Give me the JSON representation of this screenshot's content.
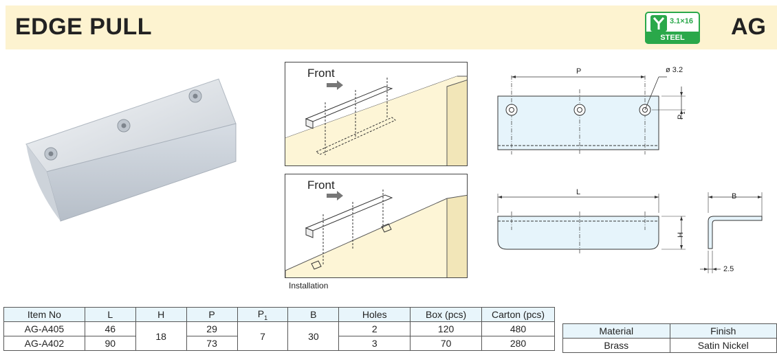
{
  "header": {
    "title": "EDGE PULL",
    "code": "AG",
    "badge_spec": "3.1×16",
    "badge_material": "STEEL"
  },
  "installation": {
    "front_label": "Front",
    "caption": "Installation"
  },
  "drawing": {
    "P": "P",
    "P1": "P",
    "P1_sub": "1",
    "diameter": "ø 3.2",
    "L": "L",
    "H": "H",
    "B": "B",
    "thickness": "2.5"
  },
  "spec_table": {
    "headers": [
      "Item No",
      "L",
      "H",
      "P",
      "P",
      "B",
      "Holes",
      "Box (pcs)",
      "Carton (pcs)"
    ],
    "p1_sub": "1",
    "rows": [
      {
        "item": "AG-A405",
        "L": "46",
        "P": "29",
        "holes": "2",
        "box": "120",
        "carton": "480"
      },
      {
        "item": "AG-A402",
        "L": "90",
        "P": "73",
        "holes": "3",
        "box": "70",
        "carton": "280"
      }
    ],
    "shared": {
      "H": "18",
      "P1": "7",
      "B": "30"
    }
  },
  "material_table": {
    "headers": [
      "Material",
      "Finish"
    ],
    "row": [
      "Brass",
      "Satin Nickel"
    ]
  },
  "colors": {
    "header_bg": "#fdf3d0",
    "badge_green": "#2aa84a",
    "table_header_bg": "#e8f5fb",
    "drawing_fill": "#e6f4fb",
    "wall": "#fdf5d6"
  }
}
